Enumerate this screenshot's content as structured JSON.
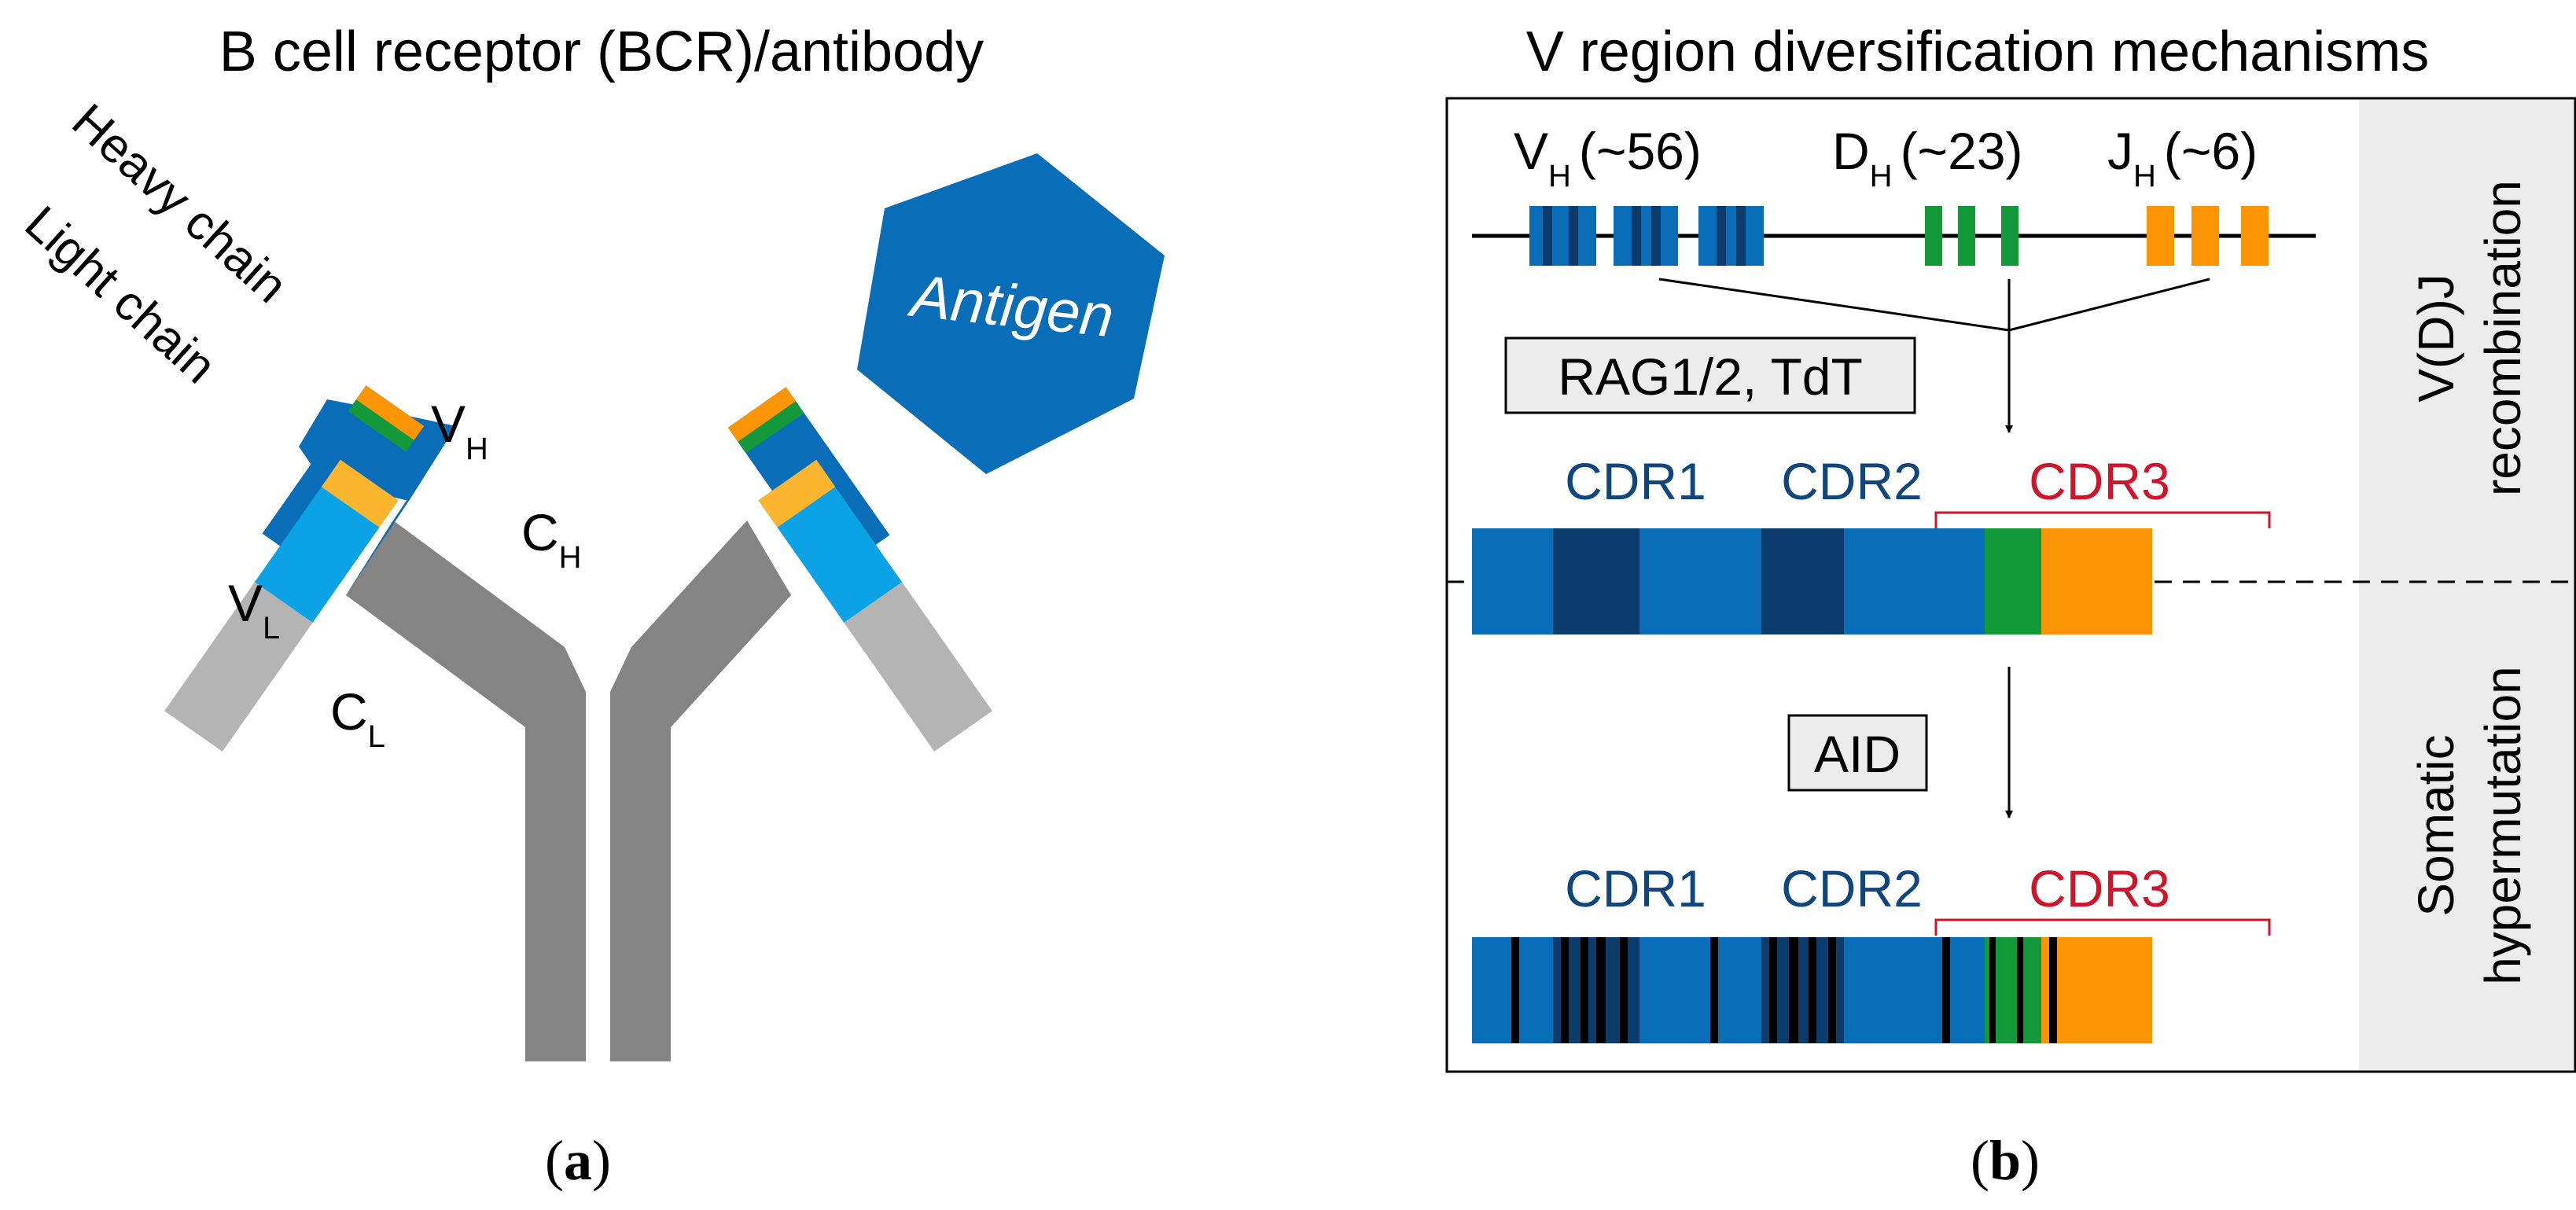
{
  "panel_a": {
    "title": "B cell receptor (BCR)/antibody",
    "heavy_chain_label": "Heavy chain",
    "light_chain_label": "Light chain",
    "vh_main": "V",
    "vh_sub": "H",
    "ch_main": "C",
    "ch_sub": "H",
    "vl_main": "V",
    "vl_sub": "L",
    "cl_main": "C",
    "cl_sub": "L",
    "antigen_label": "Antigen",
    "caption_open": "(",
    "caption_letter": "a",
    "caption_close": ")"
  },
  "panel_b": {
    "title": "V region diversification mechanisms",
    "vh_gene_main": "V",
    "vh_gene_sub": "H",
    "vh_gene_count": "(~56)",
    "dh_gene_main": "D",
    "dh_gene_sub": "H",
    "dh_gene_count": "(~23)",
    "jh_gene_main": "J",
    "jh_gene_sub": "H",
    "jh_gene_count": "(~6)",
    "enzyme_recombination": "RAG1/2, TdT",
    "enzyme_hypermutation": "AID",
    "cdr1_label": "CDR1",
    "cdr2_label": "CDR2",
    "cdr3_label": "CDR3",
    "side_label_vdj_line1": "V(D)J",
    "side_label_vdj_line2": "recombination",
    "side_label_shm_line1": "Somatic",
    "side_label_shm_line2": "hypermutation",
    "caption_open": "(",
    "caption_letter": "b",
    "caption_close": ")"
  },
  "colors": {
    "v_segment_blue": "#0a6db7",
    "v_stripe_dark": "#0c3c6c",
    "d_segment_green": "#13993a",
    "j_segment_orange": "#fb9506",
    "light_variable_blue": "#0ca2e6",
    "light_variable_tip": "#fbb52e",
    "constant_heavy_gray": "#848484",
    "constant_light_gray": "#b4b4b4",
    "cdr3_red": "#d0152b",
    "cdr_label_blue": "#10467e",
    "side_panel_gray": "#ececec",
    "mutation_black": "#000000"
  }
}
